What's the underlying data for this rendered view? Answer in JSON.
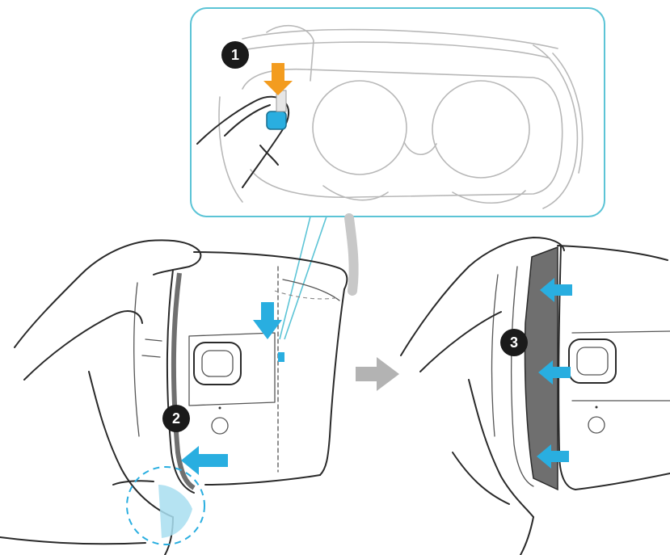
{
  "colors": {
    "accent_blue": "#29aee0",
    "accent_orange": "#f39c1f",
    "callout_frame": "#5cc4d6",
    "gray_arrow": "#b3b3b3",
    "strap_dark": "#6f6f6f",
    "outline": "#2a2a2a"
  },
  "steps": [
    {
      "number": "1"
    },
    {
      "number": "2"
    },
    {
      "number": "3"
    }
  ],
  "icons": [
    "press-down-arrow-icon",
    "push-left-arrow-icon",
    "next-step-arrow-icon"
  ]
}
